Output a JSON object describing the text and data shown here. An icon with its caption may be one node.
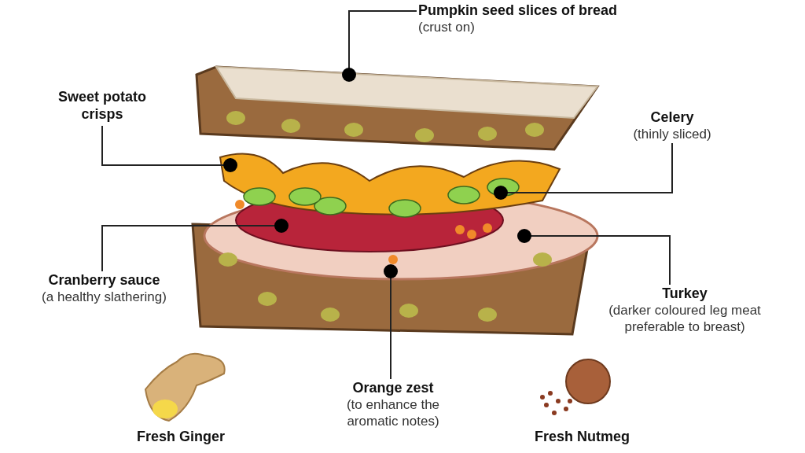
{
  "diagram": {
    "nodes": [
      {
        "text": [
          "Pumpkin seed slices of bread",
          "(crust on)"
        ]
      },
      {
        "text": [
          "Sweet potato crisps"
        ]
      },
      {
        "text": [
          "Celery",
          "(thinly sliced)"
        ]
      },
      {
        "text": [
          "Cranberry sauce",
          "(a healthy slathering)"
        ]
      },
      {
        "text": [
          "Turkey",
          "(darker coloured leg meat preferable to breast)"
        ]
      },
      {
        "text": [
          "Orange zest",
          "(to enhance the aromatic notes)"
        ]
      }
    ],
    "edges": [
      {
        "from": 0,
        "to": null,
        "arrow": "other"
      },
      {
        "from": 1,
        "to": null,
        "arrow": "other"
      },
      {
        "from": 2,
        "to": null,
        "arrow": "other"
      },
      {
        "from": 3,
        "to": null,
        "arrow": "other"
      },
      {
        "from": 4,
        "to": null,
        "arrow": "other"
      },
      {
        "from": 5,
        "to": null,
        "arrow": "other"
      }
    ],
    "labels": [
      "Fresh Ginger",
      "Fresh Nutmeg"
    ]
  }
}
